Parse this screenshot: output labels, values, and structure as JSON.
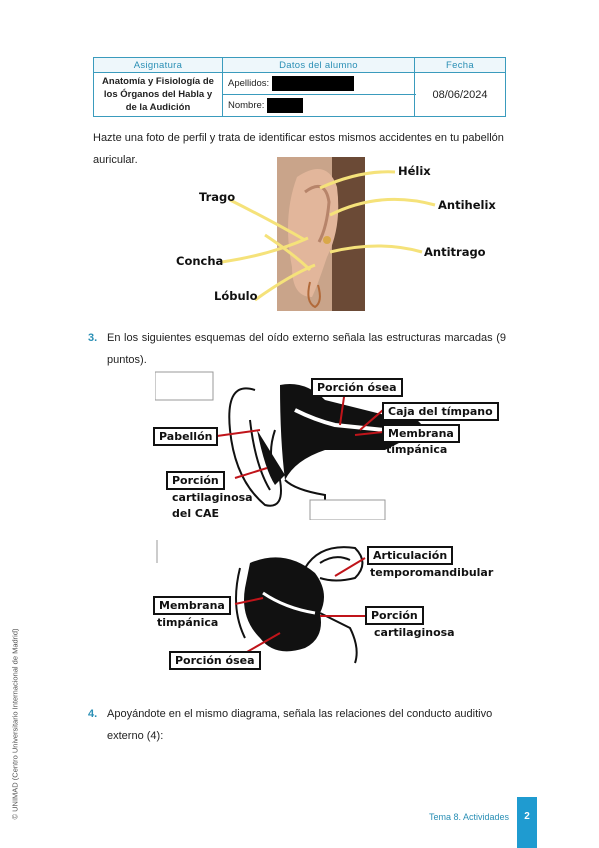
{
  "header_table": {
    "col_subject": "Asignatura",
    "col_student": "Datos del alumno",
    "col_date": "Fecha",
    "subject": "Anatomía y Fisiología de los Órganos del Habla y de la Audición",
    "surname_label": "Apellidos:",
    "name_label": "Nombre:",
    "date": "08/06/2024"
  },
  "intro_text": "Hazte una foto de perfil y trata de identificar estos mismos accidentes en tu pabellón auricular.",
  "photo_labels": {
    "helix": "Hélix",
    "trago": "Trago",
    "antihelix": "Antihelix",
    "concha": "Concha",
    "antitrago": "Antitrago",
    "lobulo": "Lóbulo"
  },
  "question3": {
    "number": "3.",
    "text": "En los siguientes esquemas del oído externo señala las estructuras marcadas (9 puntos)."
  },
  "diagram1_labels": {
    "porcion_osea": "Porción ósea",
    "caja_timpano": "Caja del tímpano",
    "pabellon": "Pabellón",
    "membrana": "Membrana",
    "timpanica": "timpánica",
    "porcion": "Porción",
    "cartilaginosa_line1": "cartilaginosa",
    "cartilaginosa_line2": "del CAE"
  },
  "diagram2_labels": {
    "articulacion": "Articulación",
    "temporomandibular": "temporomandibular",
    "membrana": "Membrana",
    "timpanica": "timpánica",
    "porcion": "Porción",
    "cartilaginosa": "cartilaginosa",
    "porcion_osea": "Porción ósea"
  },
  "question4": {
    "number": "4.",
    "text": "Apoyándote en el mismo diagrama, señala las relaciones del conducto auditivo externo (4):"
  },
  "side_text": "© UNIMAD (Centro Universitario Internacional de Madrid)",
  "footer": {
    "label": "Tema 8. Actividades",
    "page": "2"
  },
  "colors": {
    "accent": "#2a8fb5",
    "line_red": "#c0141a",
    "yellow": "#f5e27a"
  }
}
